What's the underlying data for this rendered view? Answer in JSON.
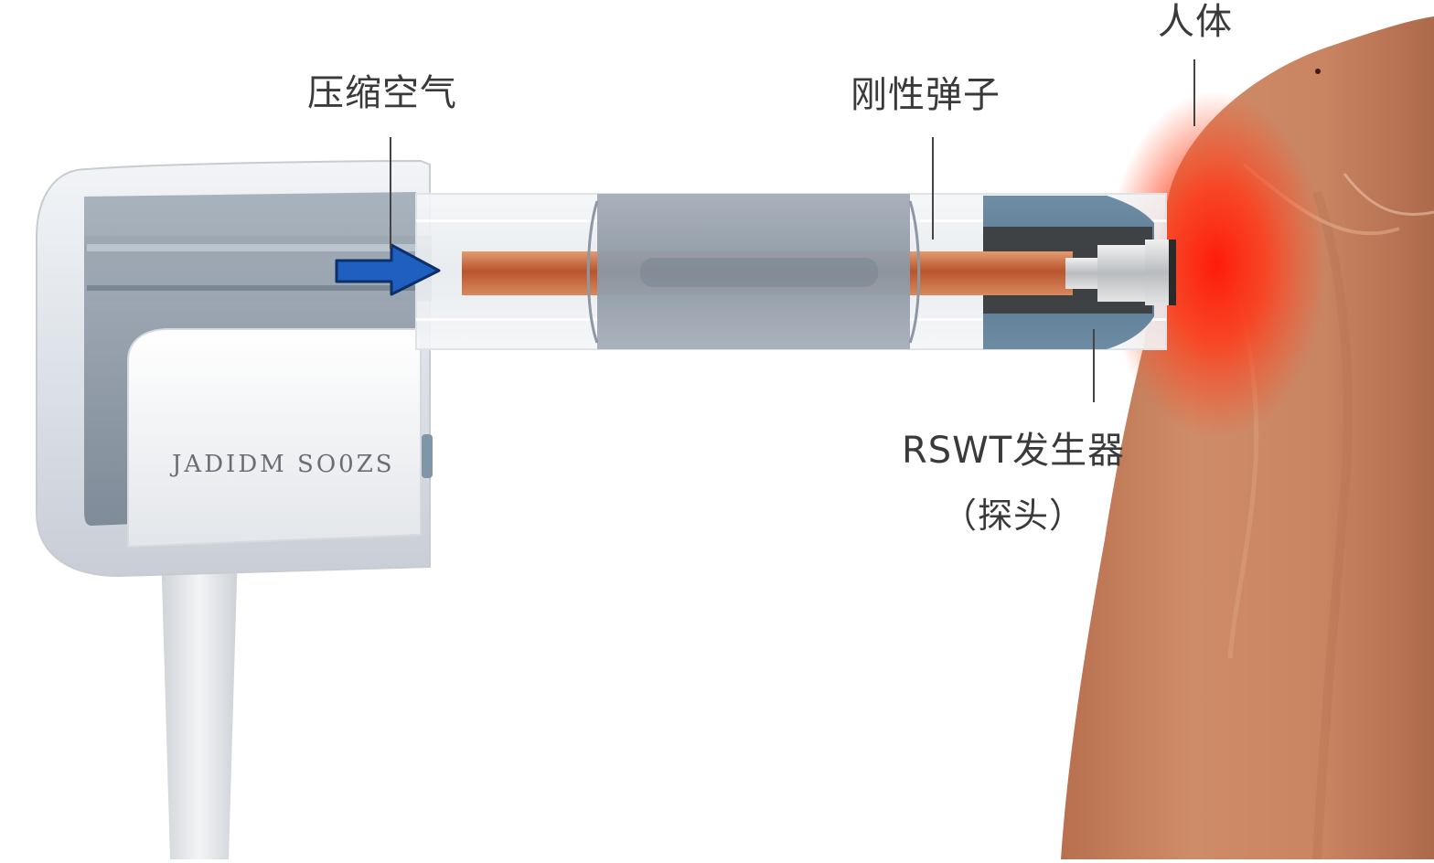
{
  "labels": {
    "compressed_air": "压缩空气",
    "rigid_bullet": "刚性弹子",
    "human_body": "人体",
    "rswt_generator": "RSWT发生器",
    "probe": "（探头）"
  },
  "device": {
    "brand_text": "JADIDM SO0ZS"
  },
  "icons": {
    "air_flow": "blue-arrow-icon"
  },
  "colors": {
    "arrow_blue": "#1f5fbf",
    "rod_copper": "#c9653a",
    "housing_gray": "#8f9aa6",
    "probe_steel_blue": "#5f7f96",
    "skin": "#c98462",
    "impact_red": "#ff2a14"
  }
}
